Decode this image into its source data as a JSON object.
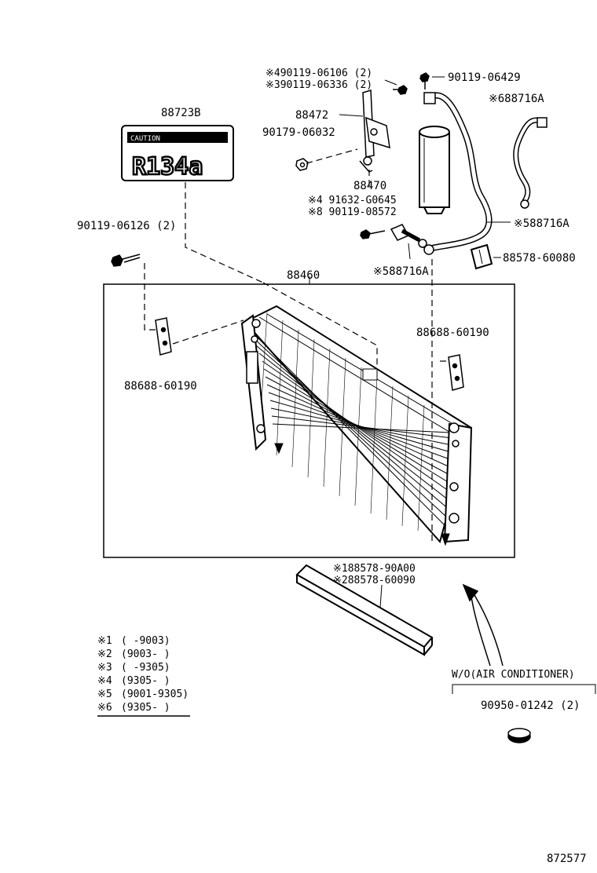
{
  "parts": {
    "label_88723B": "88723B",
    "label_r134a": "R134a",
    "label_caution": "CAUTION",
    "label_90119_06126": "90119-06126 (2)",
    "label_88460": "88460",
    "label_88688_left": "88688-60190",
    "label_88688_right": "88688-60190",
    "label_88472": "88472",
    "label_90179_06032": "90179-06032",
    "label_4_90119_06106": "※490119-06106 (2)",
    "label_3_90119_06336": "※390119-06336 (2)",
    "label_90119_06429": "90119-06429",
    "label_6_88716A": "※688716A",
    "label_88470": "88470",
    "label_4_91632_G0645": "※4 91632-G0645",
    "label_8_90119_08572": "※8 90119-08572",
    "label_5_88716A_right": "※588716A",
    "label_88578_60080": "88578-60080",
    "label_5_88716A_mid": "※588716A",
    "label_1_88578_90A00": "※188578-90A00",
    "label_2_88578_60090": "※288578-60090",
    "label_wo_ac": "W/O(AIR CONDITIONER)",
    "label_90950_01242": "90950-01242 (2)"
  },
  "legend": [
    {
      "mark": "※1",
      "range": "(      -9003)"
    },
    {
      "mark": "※2",
      "range": "(9003-      )"
    },
    {
      "mark": "※3",
      "range": "(      -9305)"
    },
    {
      "mark": "※4",
      "range": "(9305-      )"
    },
    {
      "mark": "※5",
      "range": "(9001-9305)"
    },
    {
      "mark": "※6",
      "range": "(9305-      )"
    }
  ],
  "diagram_number": "872577"
}
